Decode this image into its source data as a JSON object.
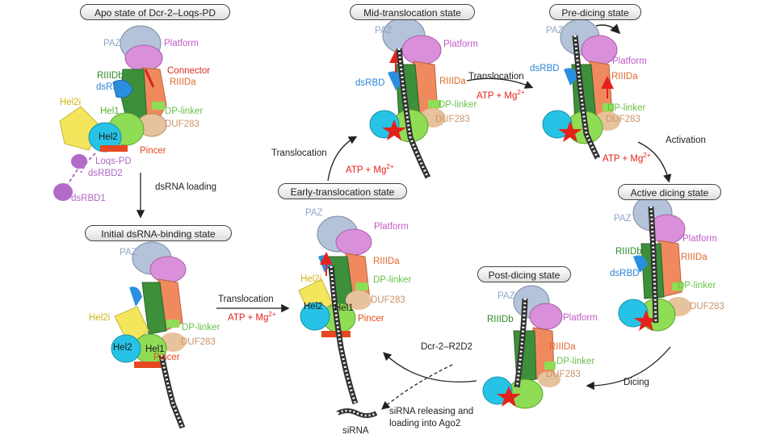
{
  "states": {
    "apo": "Apo state of Dcr-2–Loqs-PD",
    "initial": "Initial dsRNA-binding state",
    "early": "Early-translocation state",
    "mid": "Mid-translocation state",
    "pre": "Pre-dicing state",
    "active": "Active dicing state",
    "post": "Post-dicing state"
  },
  "domains": {
    "paz": "PAZ",
    "platform": "Platform",
    "connector": "Connector",
    "rnase3b": "RIIIDb",
    "rnase3a": "RIIIDa",
    "dsrbd": "dsRBD",
    "dp_linker": "DP-linker",
    "duf283": "DUF283",
    "hel1": "Hel1",
    "hel2": "Hel2",
    "hel2i": "Hel2i",
    "pincer": "Pincer",
    "loqs": "Loqs-PD",
    "dsrbd2": "dsRBD2",
    "dsrbd1": "dsRBD1"
  },
  "steps": {
    "loading": "dsRNA loading",
    "translocation": "Translocation",
    "atp": "ATP + Mg",
    "sup": "2+",
    "activation": "Activation",
    "dicing": "Dicing",
    "release_1": "siRNA releasing and",
    "release_2": "loading into Ago2",
    "dcr_r2d2": "Dcr-2–R2D2",
    "sirna": "siRNA"
  },
  "colors": {
    "paz": "#b4c3d9",
    "platform": "#d98fd9",
    "rnase3b": "#3d8f3a",
    "rnase3a": "#f08a5e",
    "dsrbd": "#2b8fe0",
    "hel1": "#8fdc55",
    "hel2": "#27c3e6",
    "hel2i": "#f4e65c",
    "duf283": "#e7c39d",
    "pincer": "#e6481f",
    "loqs": "#b46ac8",
    "connector": "#d8261c",
    "star": "#e4221b",
    "blue_core": "#2a46c9"
  }
}
